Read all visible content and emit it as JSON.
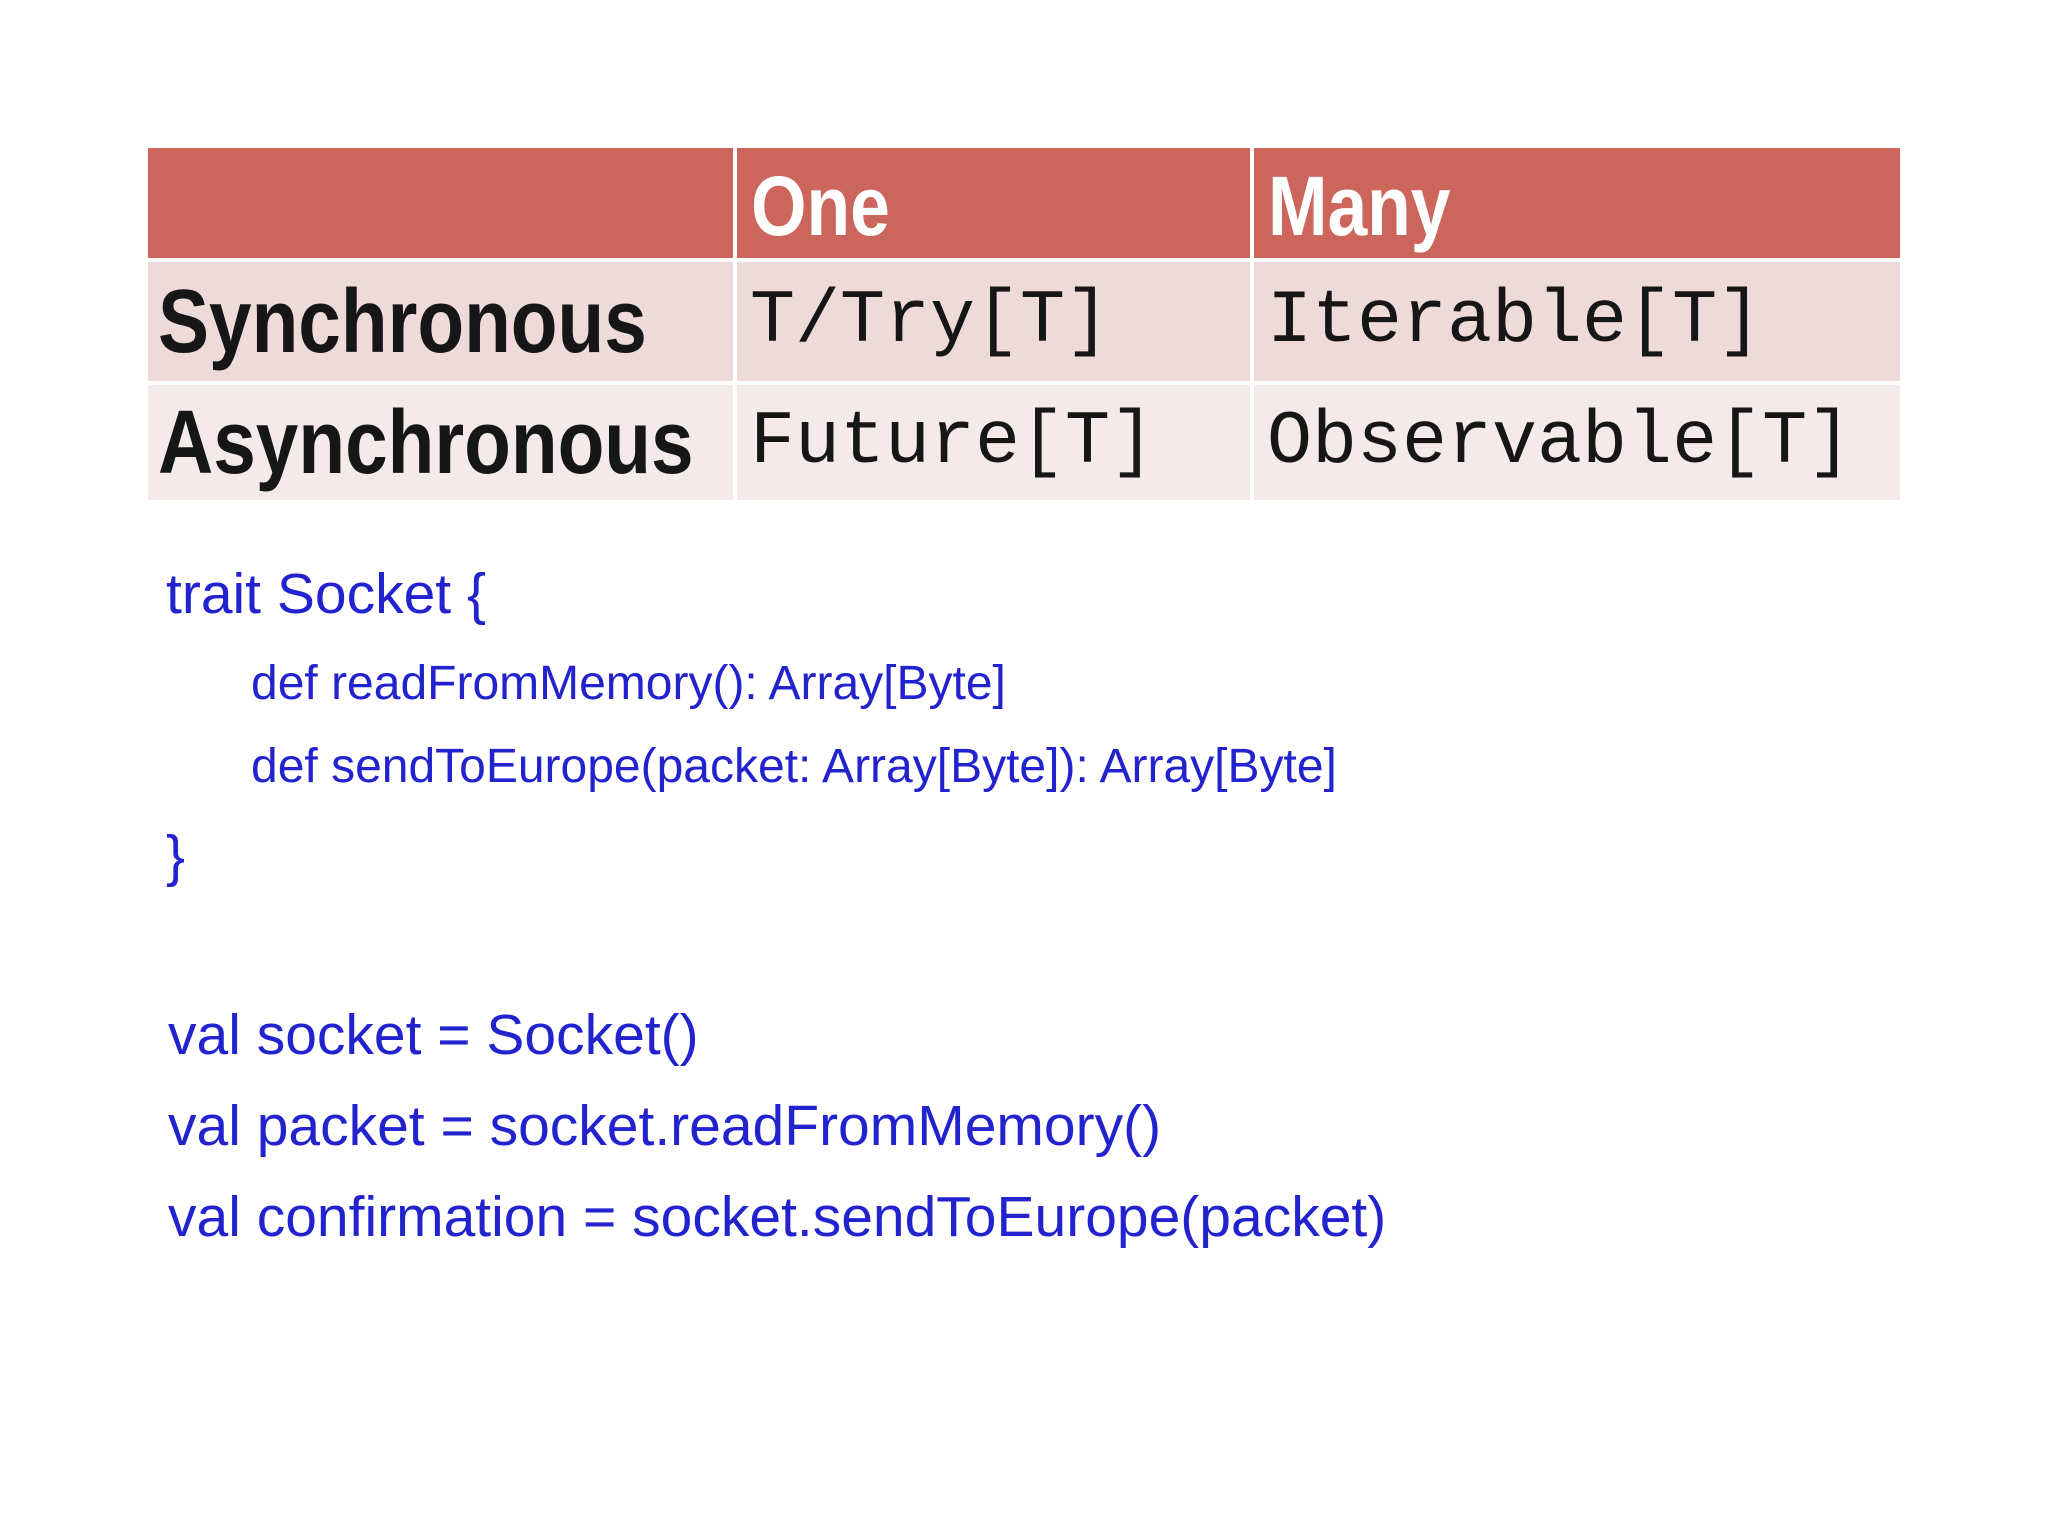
{
  "colors": {
    "page-bg": "#FFFFFF",
    "header-bg": "#CC655C",
    "row-odd-bg": "#EDDAD9",
    "row-even-bg": "#F4EAE9",
    "header-text": "#FFFFFF",
    "table-text": "#161616",
    "code-blue": "#2222CE"
  },
  "table": {
    "header": {
      "col1": "",
      "col2": "One",
      "col3": "Many"
    },
    "rows": [
      {
        "label": "Synchronous",
        "one": "T/Try[T]",
        "many": "Iterable[T]"
      },
      {
        "label": "Asynchronous",
        "one": "Future[T]",
        "many": "Observable[T]"
      }
    ]
  },
  "code": {
    "trait_line": "trait Socket {",
    "def_read": "def readFromMemory(): Array[Byte]",
    "def_send": "def sendToEurope(packet: Array[Byte]): Array[Byte]",
    "close_brace": "}",
    "val_socket": "val socket = Socket()",
    "val_packet": "val packet = socket.readFromMemory()",
    "val_confirmation": "val confirmation = socket.sendToEurope(packet)"
  }
}
